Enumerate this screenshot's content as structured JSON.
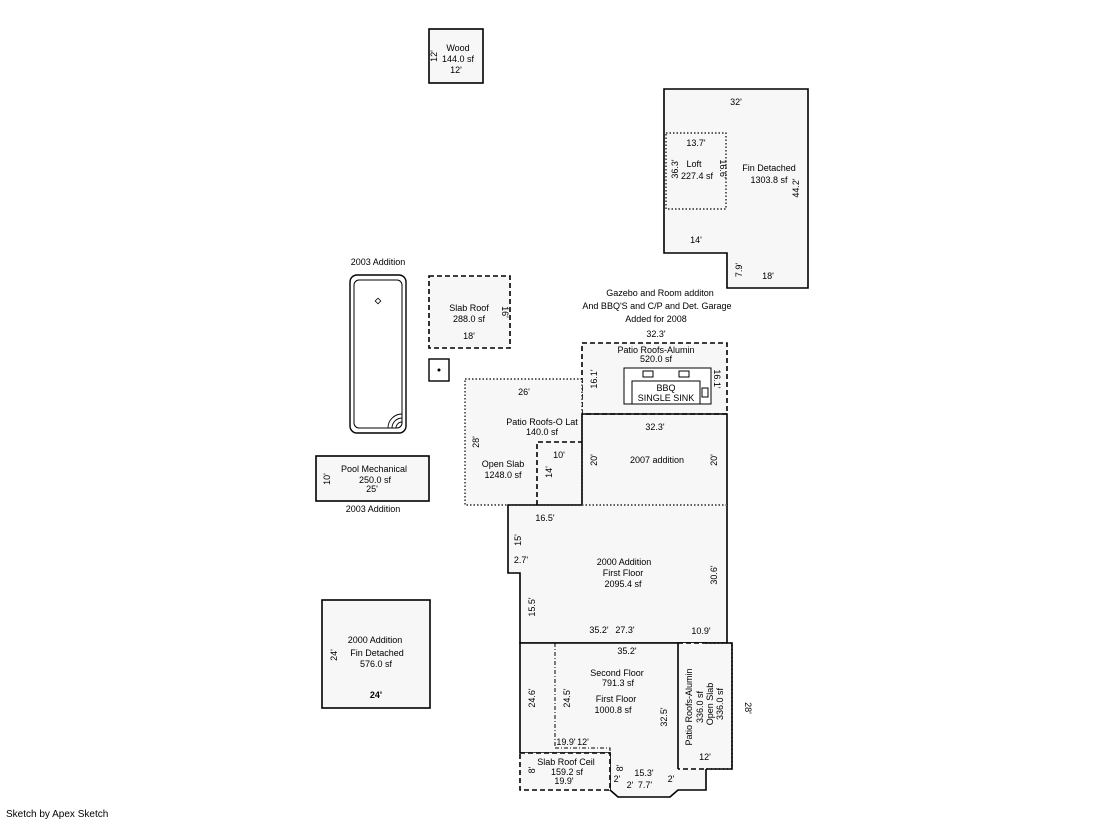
{
  "credit": "Sketch by Apex Sketch",
  "wood": {
    "name": "Wood",
    "area": "144.0 sf",
    "dim_bottom": "12'",
    "dim_left": "12'"
  },
  "fin_detached": {
    "name": "Fin Detached",
    "area": "1303.8 sf",
    "dim_top": "32'",
    "dim_right": "44.2'",
    "dim_bottom": "18'",
    "dim_step_h": "14'",
    "dim_step_v": "7.9'"
  },
  "loft": {
    "name": "Loft",
    "area": "227.4 sf",
    "dim_top": "13.7'",
    "dim_left": "36.3'",
    "dim_right": "16.6'"
  },
  "pool": {
    "label_top": "2003 Addition"
  },
  "slab_roof": {
    "name": "Slab Roof",
    "area": "288.0 sf",
    "dim_bottom": "18'",
    "dim_right": "16'"
  },
  "gazebo_note": {
    "line1": "Gazebo and Room additon",
    "line2": "And BBQ'S and C/P and Det. Garage",
    "line3": "Added for 2008"
  },
  "patio_alumin_top": {
    "name": "Patio Roofs-Alumin",
    "area": "520.0 sf",
    "dim_top": "32.3'",
    "dim_left": "16.1'",
    "dim_right": "16.1'"
  },
  "bbq": {
    "line1": "BBQ",
    "line2": "SINGLE SINK"
  },
  "patio_o_lat": {
    "name": "Patio Roofs-O Lat",
    "area": "140.0 sf",
    "dim_top": "26'",
    "dim_left": "28'"
  },
  "open_slab": {
    "name": "Open Slab",
    "area": "1248.0 sf",
    "dim_inner_top": "10'",
    "dim_inner_left": "14'"
  },
  "addition_2007": {
    "name": "2007 addition",
    "dim_top": "32.3'",
    "dim_left": "20'",
    "dim_right": "20'"
  },
  "pool_mech": {
    "name": "Pool Mechanical",
    "area": "250.0 sf",
    "dim_bottom": "25'",
    "dim_left": "10'",
    "label_below": "2003 Addition"
  },
  "addition_2000": {
    "line1": "2000 Addition",
    "line2": "First Floor",
    "line3": "2095.4 sf",
    "dim_a": "16.5'",
    "dim_b": "15'",
    "dim_c": "2.7'",
    "dim_d": "15.5'",
    "dim_e": "35.2'",
    "dim_f": "27.3'",
    "dim_g": "10.9'",
    "dim_h": "30.6'"
  },
  "fin_detached_2000": {
    "line1": "2000 Addition",
    "line2": "Fin Detached",
    "line3": "576.0 sf",
    "dim_left": "24'",
    "dim_bottom": "24'"
  },
  "second_floor": {
    "line1": "Second Floor",
    "line2": "791.3 sf",
    "line3": "First Floor",
    "line4": "1000.8 sf",
    "dim_top": "35.2'",
    "dim_a": "24.6'",
    "dim_b": "24.5'",
    "dim_c": "19.9'",
    "dim_d": "12'",
    "dim_e": "32.5'"
  },
  "patio_alumin_bottom": {
    "name": "Patio Roofs-Alumin",
    "area1": "336.0 sf",
    "name2": "Open Slab",
    "area2": "336.0 sf",
    "dim_right": "28'",
    "dim_bottom": "12'"
  },
  "slab_roof_ceil": {
    "name": "Slab Roof Ceil",
    "area": "159.2 sf",
    "dim_bottom": "19.9'",
    "dim_left": "8'"
  },
  "bay": {
    "dim_a": "8'",
    "dim_b": "15.3'",
    "dim_c": "2'",
    "dim_d": "2'",
    "dim_e": "2'",
    "dim_f": "7.7'"
  }
}
